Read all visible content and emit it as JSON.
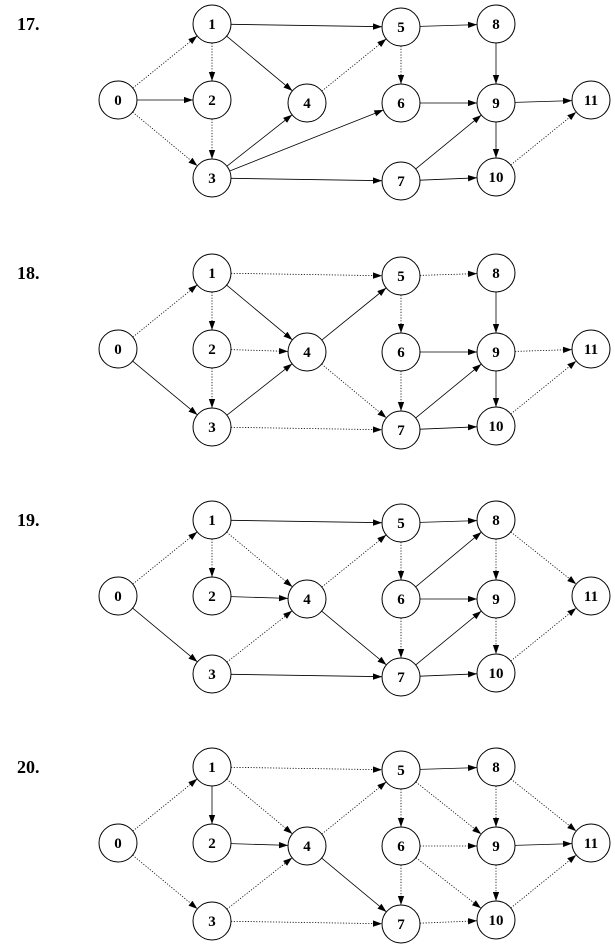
{
  "problems": [
    {
      "label": "17.",
      "nodes": [
        "0",
        "1",
        "2",
        "3",
        "4",
        "5",
        "6",
        "7",
        "8",
        "9",
        "10",
        "11"
      ],
      "edges": [
        [
          "0",
          "1",
          "dot"
        ],
        [
          "0",
          "2",
          "solid"
        ],
        [
          "0",
          "3",
          "dot"
        ],
        [
          "1",
          "2",
          "dot"
        ],
        [
          "1",
          "4",
          "solid"
        ],
        [
          "1",
          "5",
          "solid"
        ],
        [
          "2",
          "3",
          "dot"
        ],
        [
          "3",
          "4",
          "solid"
        ],
        [
          "3",
          "6",
          "solid"
        ],
        [
          "3",
          "7",
          "solid"
        ],
        [
          "4",
          "5",
          "dot"
        ],
        [
          "5",
          "6",
          "dot"
        ],
        [
          "5",
          "8",
          "solid"
        ],
        [
          "6",
          "9",
          "solid"
        ],
        [
          "7",
          "9",
          "solid"
        ],
        [
          "7",
          "10",
          "solid"
        ],
        [
          "8",
          "9",
          "solid"
        ],
        [
          "9",
          "10",
          "solid"
        ],
        [
          "9",
          "11",
          "solid"
        ],
        [
          "10",
          "11",
          "dot"
        ]
      ]
    },
    {
      "label": "18.",
      "nodes": [
        "0",
        "1",
        "2",
        "3",
        "4",
        "5",
        "6",
        "7",
        "8",
        "9",
        "10",
        "11"
      ],
      "edges": [
        [
          "0",
          "1",
          "dot"
        ],
        [
          "0",
          "3",
          "solid"
        ],
        [
          "1",
          "2",
          "dot"
        ],
        [
          "1",
          "4",
          "solid"
        ],
        [
          "1",
          "5",
          "dot"
        ],
        [
          "2",
          "3",
          "dot"
        ],
        [
          "2",
          "4",
          "dot"
        ],
        [
          "3",
          "4",
          "solid"
        ],
        [
          "3",
          "7",
          "dot"
        ],
        [
          "4",
          "5",
          "solid"
        ],
        [
          "4",
          "7",
          "dot"
        ],
        [
          "5",
          "6",
          "dot"
        ],
        [
          "5",
          "8",
          "dot"
        ],
        [
          "6",
          "7",
          "dot"
        ],
        [
          "6",
          "9",
          "solid"
        ],
        [
          "7",
          "9",
          "solid"
        ],
        [
          "7",
          "10",
          "solid"
        ],
        [
          "8",
          "9",
          "solid"
        ],
        [
          "9",
          "10",
          "solid"
        ],
        [
          "9",
          "11",
          "dot"
        ],
        [
          "10",
          "11",
          "dot"
        ]
      ]
    },
    {
      "label": "19.",
      "nodes": [
        "0",
        "1",
        "2",
        "3",
        "4",
        "5",
        "6",
        "7",
        "8",
        "9",
        "10",
        "11"
      ],
      "edges": [
        [
          "0",
          "1",
          "dot"
        ],
        [
          "0",
          "3",
          "solid"
        ],
        [
          "1",
          "2",
          "dot"
        ],
        [
          "1",
          "4",
          "dot"
        ],
        [
          "1",
          "5",
          "solid"
        ],
        [
          "2",
          "4",
          "solid"
        ],
        [
          "3",
          "4",
          "dot"
        ],
        [
          "3",
          "7",
          "solid"
        ],
        [
          "4",
          "5",
          "dot"
        ],
        [
          "4",
          "7",
          "solid"
        ],
        [
          "5",
          "6",
          "dot"
        ],
        [
          "5",
          "8",
          "solid"
        ],
        [
          "6",
          "7",
          "dot"
        ],
        [
          "6",
          "8",
          "solid"
        ],
        [
          "6",
          "9",
          "solid"
        ],
        [
          "7",
          "9",
          "solid"
        ],
        [
          "7",
          "10",
          "solid"
        ],
        [
          "8",
          "9",
          "dot"
        ],
        [
          "8",
          "11",
          "dot"
        ],
        [
          "9",
          "10",
          "dot"
        ],
        [
          "10",
          "11",
          "dot"
        ]
      ]
    },
    {
      "label": "20.",
      "nodes": [
        "0",
        "1",
        "2",
        "3",
        "4",
        "5",
        "6",
        "7",
        "8",
        "9",
        "10",
        "11"
      ],
      "edges": [
        [
          "0",
          "1",
          "dot"
        ],
        [
          "0",
          "3",
          "dot"
        ],
        [
          "1",
          "2",
          "solid"
        ],
        [
          "1",
          "4",
          "dot"
        ],
        [
          "1",
          "5",
          "dot"
        ],
        [
          "2",
          "4",
          "solid"
        ],
        [
          "3",
          "4",
          "dot"
        ],
        [
          "3",
          "7",
          "dot"
        ],
        [
          "4",
          "5",
          "dot"
        ],
        [
          "4",
          "7",
          "solid"
        ],
        [
          "5",
          "6",
          "dot"
        ],
        [
          "5",
          "8",
          "solid"
        ],
        [
          "5",
          "9",
          "dot"
        ],
        [
          "6",
          "7",
          "dot"
        ],
        [
          "6",
          "9",
          "dot"
        ],
        [
          "6",
          "10",
          "dot"
        ],
        [
          "7",
          "10",
          "dot"
        ],
        [
          "8",
          "9",
          "dot"
        ],
        [
          "8",
          "11",
          "dot"
        ],
        [
          "9",
          "10",
          "dot"
        ],
        [
          "9",
          "11",
          "solid"
        ],
        [
          "10",
          "11",
          "dot"
        ]
      ]
    }
  ]
}
